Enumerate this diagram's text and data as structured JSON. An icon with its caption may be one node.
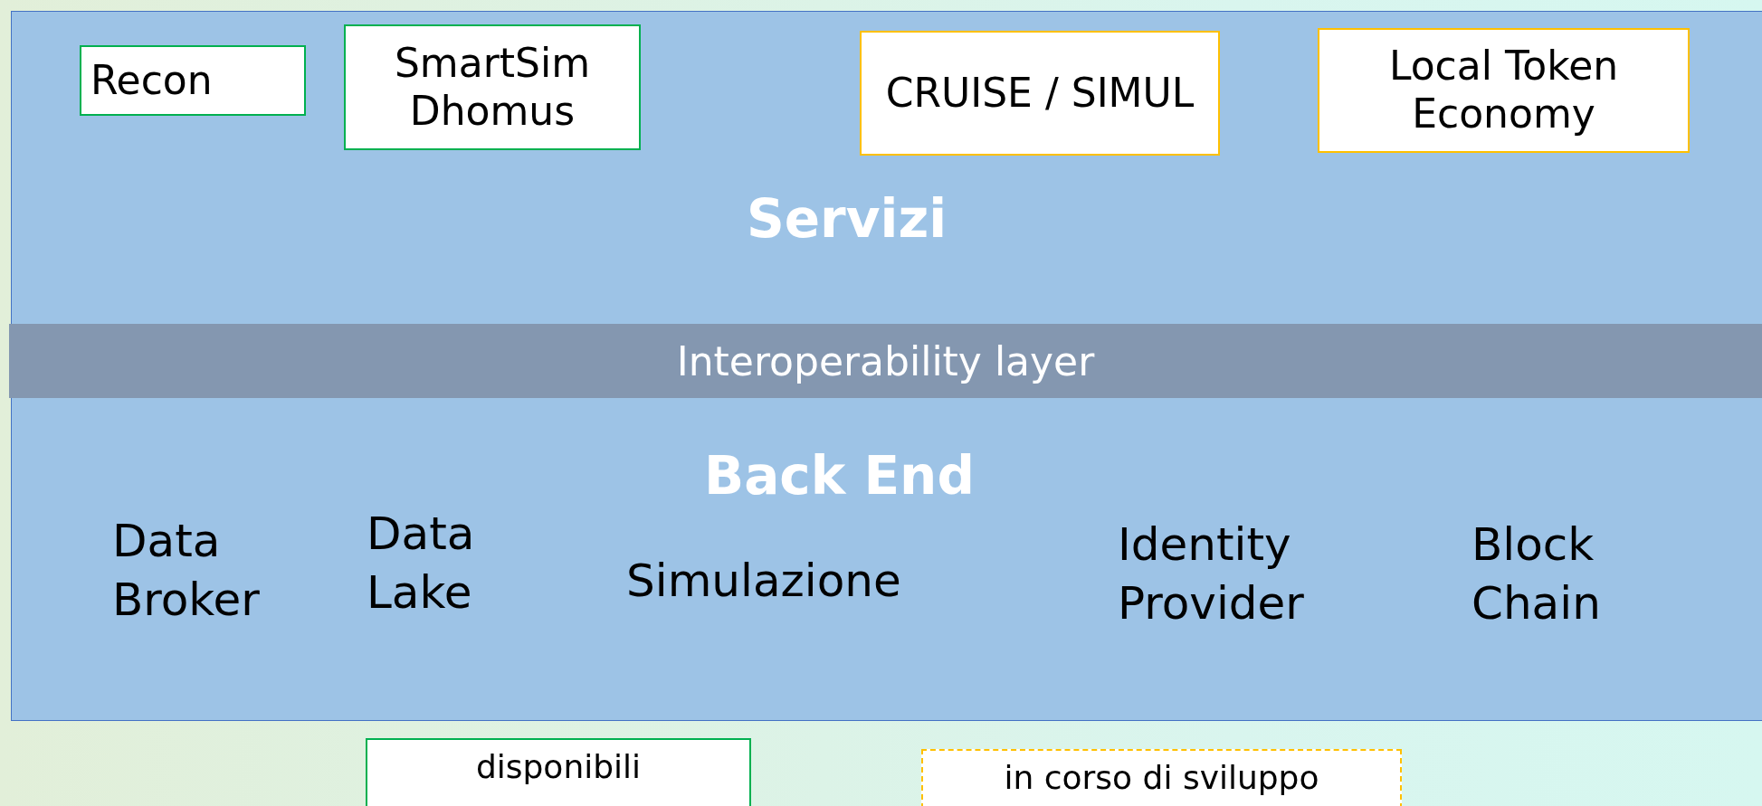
{
  "diagram": {
    "nodes": [
      {
        "text": [
          "Servizi"
        ]
      },
      {
        "text": [
          "Recon"
        ],
        "in": 0
      },
      {
        "text": [
          "SmartSim Dhomus"
        ],
        "in": 0
      },
      {
        "text": [
          "CRUISE / SIMUL"
        ],
        "in": 0
      },
      {
        "text": [
          "Local Token Economy"
        ],
        "in": 0
      },
      {
        "text": [
          "Interoperability layer"
        ]
      },
      {
        "text": [
          "Back End"
        ]
      }
    ],
    "edges": [],
    "labels": [
      "Data Broker",
      "Data Lake",
      "Simulazione",
      "Identity Provider",
      "Block Chain"
    ],
    "legend": [
      {
        "text": "disponibili",
        "color": "#00b050"
      },
      {
        "text": "in corso di sviluppo",
        "color": "#ffc000"
      }
    ]
  }
}
